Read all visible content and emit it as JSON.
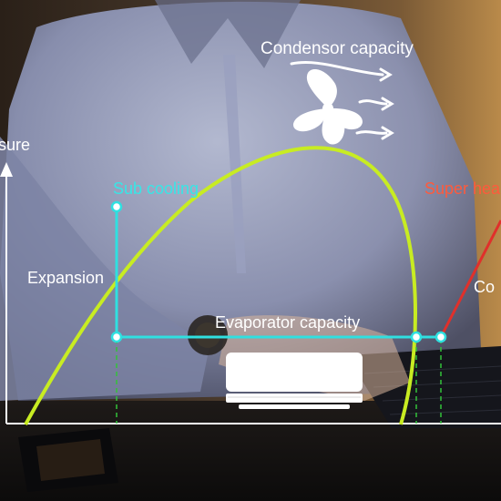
{
  "labels": {
    "pressure": "sure",
    "condensor": "Condensor capacity",
    "sub_cooling": "Sub cooling",
    "super_heat": "Super hea",
    "expansion": "Expansion",
    "compression": "Co",
    "evaporator": "Evaporator capacity"
  },
  "icons": {
    "fan": "fan-icon",
    "air_unit": "air-conditioner-icon"
  },
  "colors": {
    "sub_cooling_text": "#37e6e6",
    "super_heat_text": "#ff5a3c",
    "cycle_cyan": "#2fe0e0",
    "cycle_red": "#e0302b",
    "dome": "#c8ec22",
    "dashed_guides": "#33c23a",
    "axes": "#ffffff"
  }
}
